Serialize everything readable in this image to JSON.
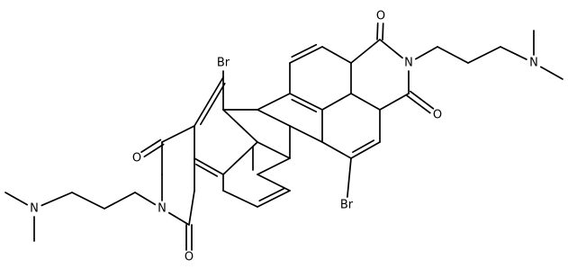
{
  "diagram": {
    "atoms": [
      {
        "id": "br-top",
        "text": "Br"
      },
      {
        "id": "br-bottom",
        "text": "Br"
      },
      {
        "id": "o-top-right",
        "text": "O"
      },
      {
        "id": "o-right",
        "text": "O"
      },
      {
        "id": "o-left",
        "text": "O"
      },
      {
        "id": "o-bottom-left",
        "text": "O"
      },
      {
        "id": "n-imide-right",
        "text": "N"
      },
      {
        "id": "n-amine-right",
        "text": "N"
      },
      {
        "id": "n-imide-left",
        "text": "N"
      },
      {
        "id": "n-amine-left",
        "text": "N"
      }
    ]
  }
}
